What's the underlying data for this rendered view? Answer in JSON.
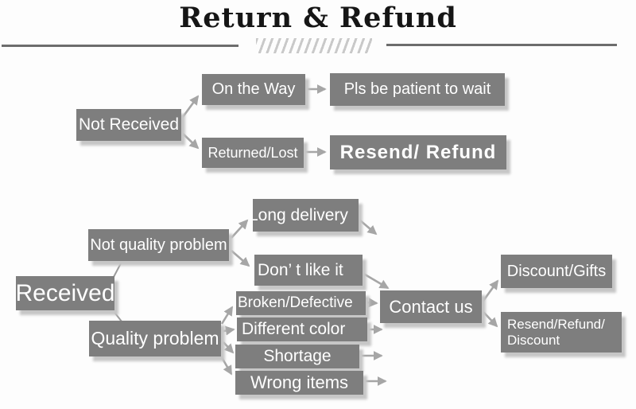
{
  "title": "Return & Refund",
  "colors": {
    "box_fill": "#7e7e7e",
    "box_text": "#ffffff",
    "box_shadow": "#c6c6c6",
    "arrow": "#a6a6a6",
    "title_text": "#161616",
    "divider": "#6d6d6d",
    "hatch": "#c9c9c9",
    "background": "#fdfdfd"
  },
  "nodes": {
    "not_received": "Not Received",
    "on_the_way": "On the Way",
    "pls_wait": "Pls be patient to wait",
    "returned_lost": "Returned/Lost",
    "resend_refund": "Resend/ Refund",
    "received": "Received",
    "not_quality_problem": "Not quality problem",
    "quality_problem": "Quality problem",
    "long_delivery": "Long delivery",
    "dont_like_it": "Don’ t like it",
    "broken_defective": "Broken/Defective",
    "different_color": "Different color",
    "shortage": "Shortage",
    "wrong_items": "Wrong items",
    "contact_us": "Contact us",
    "discount_gifts": "Discount/Gifts",
    "resend_refund_discount": "Resend/Refund/ Discount"
  },
  "edges": [
    {
      "from": "not_received",
      "to": "on_the_way"
    },
    {
      "from": "not_received",
      "to": "returned_lost"
    },
    {
      "from": "on_the_way",
      "to": "pls_wait"
    },
    {
      "from": "returned_lost",
      "to": "resend_refund"
    },
    {
      "from": "received",
      "to": "not_quality_problem"
    },
    {
      "from": "received",
      "to": "quality_problem"
    },
    {
      "from": "not_quality_problem",
      "to": "long_delivery"
    },
    {
      "from": "not_quality_problem",
      "to": "dont_like_it"
    },
    {
      "from": "long_delivery",
      "to": "contact_us"
    },
    {
      "from": "dont_like_it",
      "to": "contact_us"
    },
    {
      "from": "quality_problem",
      "to": "broken_defective"
    },
    {
      "from": "quality_problem",
      "to": "different_color"
    },
    {
      "from": "quality_problem",
      "to": "shortage"
    },
    {
      "from": "quality_problem",
      "to": "wrong_items"
    },
    {
      "from": "broken_defective",
      "to": "contact_us"
    },
    {
      "from": "different_color",
      "to": "contact_us"
    },
    {
      "from": "shortage",
      "to": "contact_us"
    },
    {
      "from": "wrong_items",
      "to": "contact_us"
    },
    {
      "from": "contact_us",
      "to": "discount_gifts"
    },
    {
      "from": "contact_us",
      "to": "resend_refund_discount"
    }
  ]
}
